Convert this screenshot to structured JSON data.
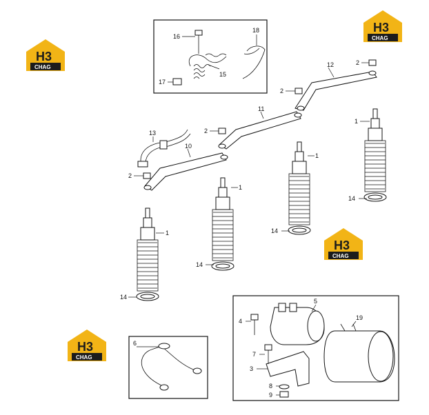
{
  "watermark": {
    "mark": "H3",
    "word": "CHAG"
  },
  "callouts": {
    "c1a": "1",
    "c1b": "1",
    "c1c": "1",
    "c1d": "1",
    "c2a": "2",
    "c2b": "2",
    "c2c": "2",
    "c2d": "2",
    "c3": "3",
    "c4": "4",
    "c5": "5",
    "c6": "6",
    "c7": "7",
    "c8": "8",
    "c9": "9",
    "c10": "10",
    "c11": "11",
    "c12": "12",
    "c13": "13",
    "c14a": "14",
    "c14b": "14",
    "c14c": "14",
    "c14d": "14",
    "c15": "15",
    "c16": "16",
    "c17": "17",
    "c18": "18",
    "c19": "19"
  },
  "colors": {
    "logo_yellow": "#f2b416",
    "logo_dark": "#1c1c1c",
    "line": "#111111"
  }
}
